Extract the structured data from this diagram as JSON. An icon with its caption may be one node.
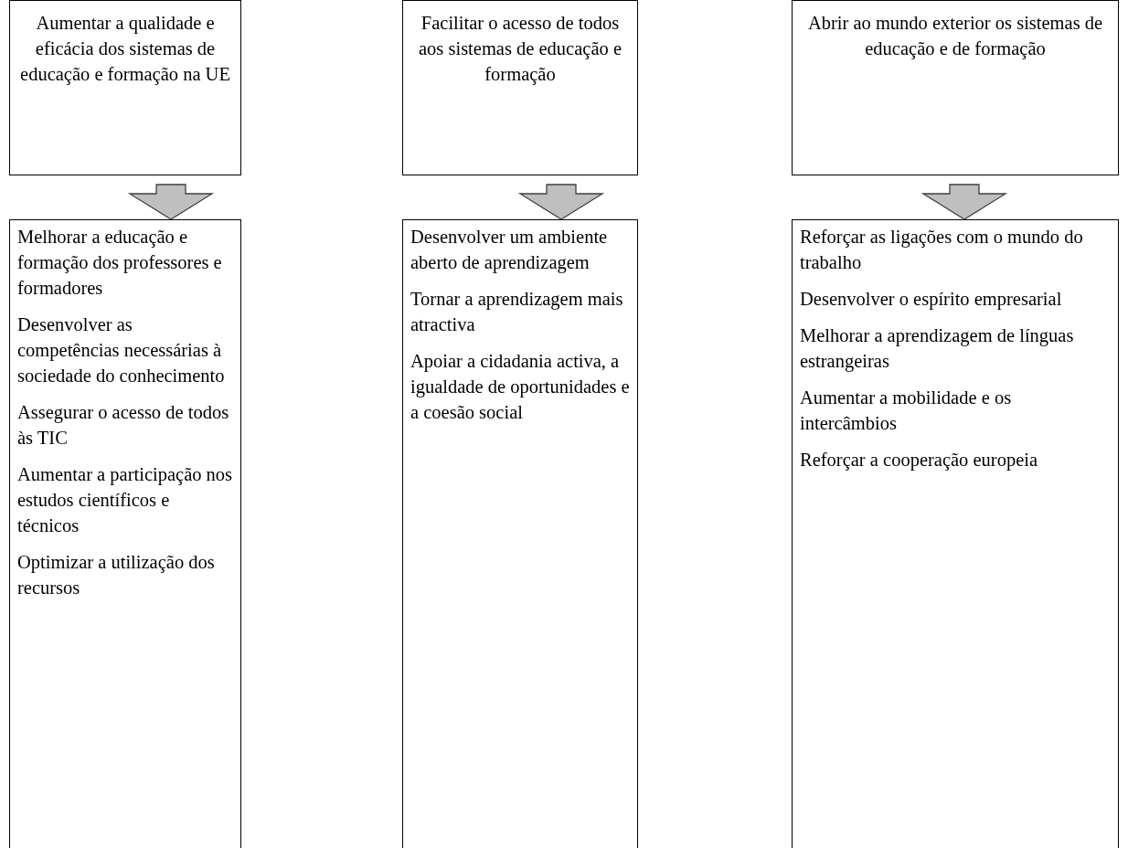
{
  "diagram": {
    "nodes": [
      {
        "text": [
          "Aumentar a qualidade e eficácia dos sistemas de educação e formação na UE"
        ]
      },
      {
        "text": [
          "Facilitar o acesso de todos aos sistemas de educação e formação"
        ]
      },
      {
        "text": [
          "Abrir ao mundo exterior os sistemas de educação e de formação"
        ]
      },
      {
        "text": [
          "Melhorar a educação e formação dos professores e formadores",
          "Desenvolver as competências necessárias à sociedade do conhecimento",
          "Assegurar o acesso de todos às TIC",
          "Aumentar a participação nos estudos científicos e técnicos",
          "Optimizar a utilização dos recursos"
        ]
      },
      {
        "text": [
          "Desenvolver um ambiente aberto de aprendizagem",
          "Tornar a aprendizagem mais atractiva",
          "Apoiar a cidadania activa, a igualdade de oportunidades e a coesão social"
        ]
      },
      {
        "text": [
          "Reforçar as ligações com o mundo do trabalho",
          "Desenvolver o espírito empresarial",
          "Melhorar a aprendizagem de línguas estrangeiras",
          "Aumentar a mobilidade e os intercâmbios",
          "Reforçar a cooperação europeia"
        ]
      }
    ],
    "edges": [
      {
        "from": 0,
        "to": 3,
        "arrow": "to"
      },
      {
        "from": 1,
        "to": 4,
        "arrow": "to"
      },
      {
        "from": 2,
        "to": 5,
        "arrow": "to"
      }
    ]
  }
}
